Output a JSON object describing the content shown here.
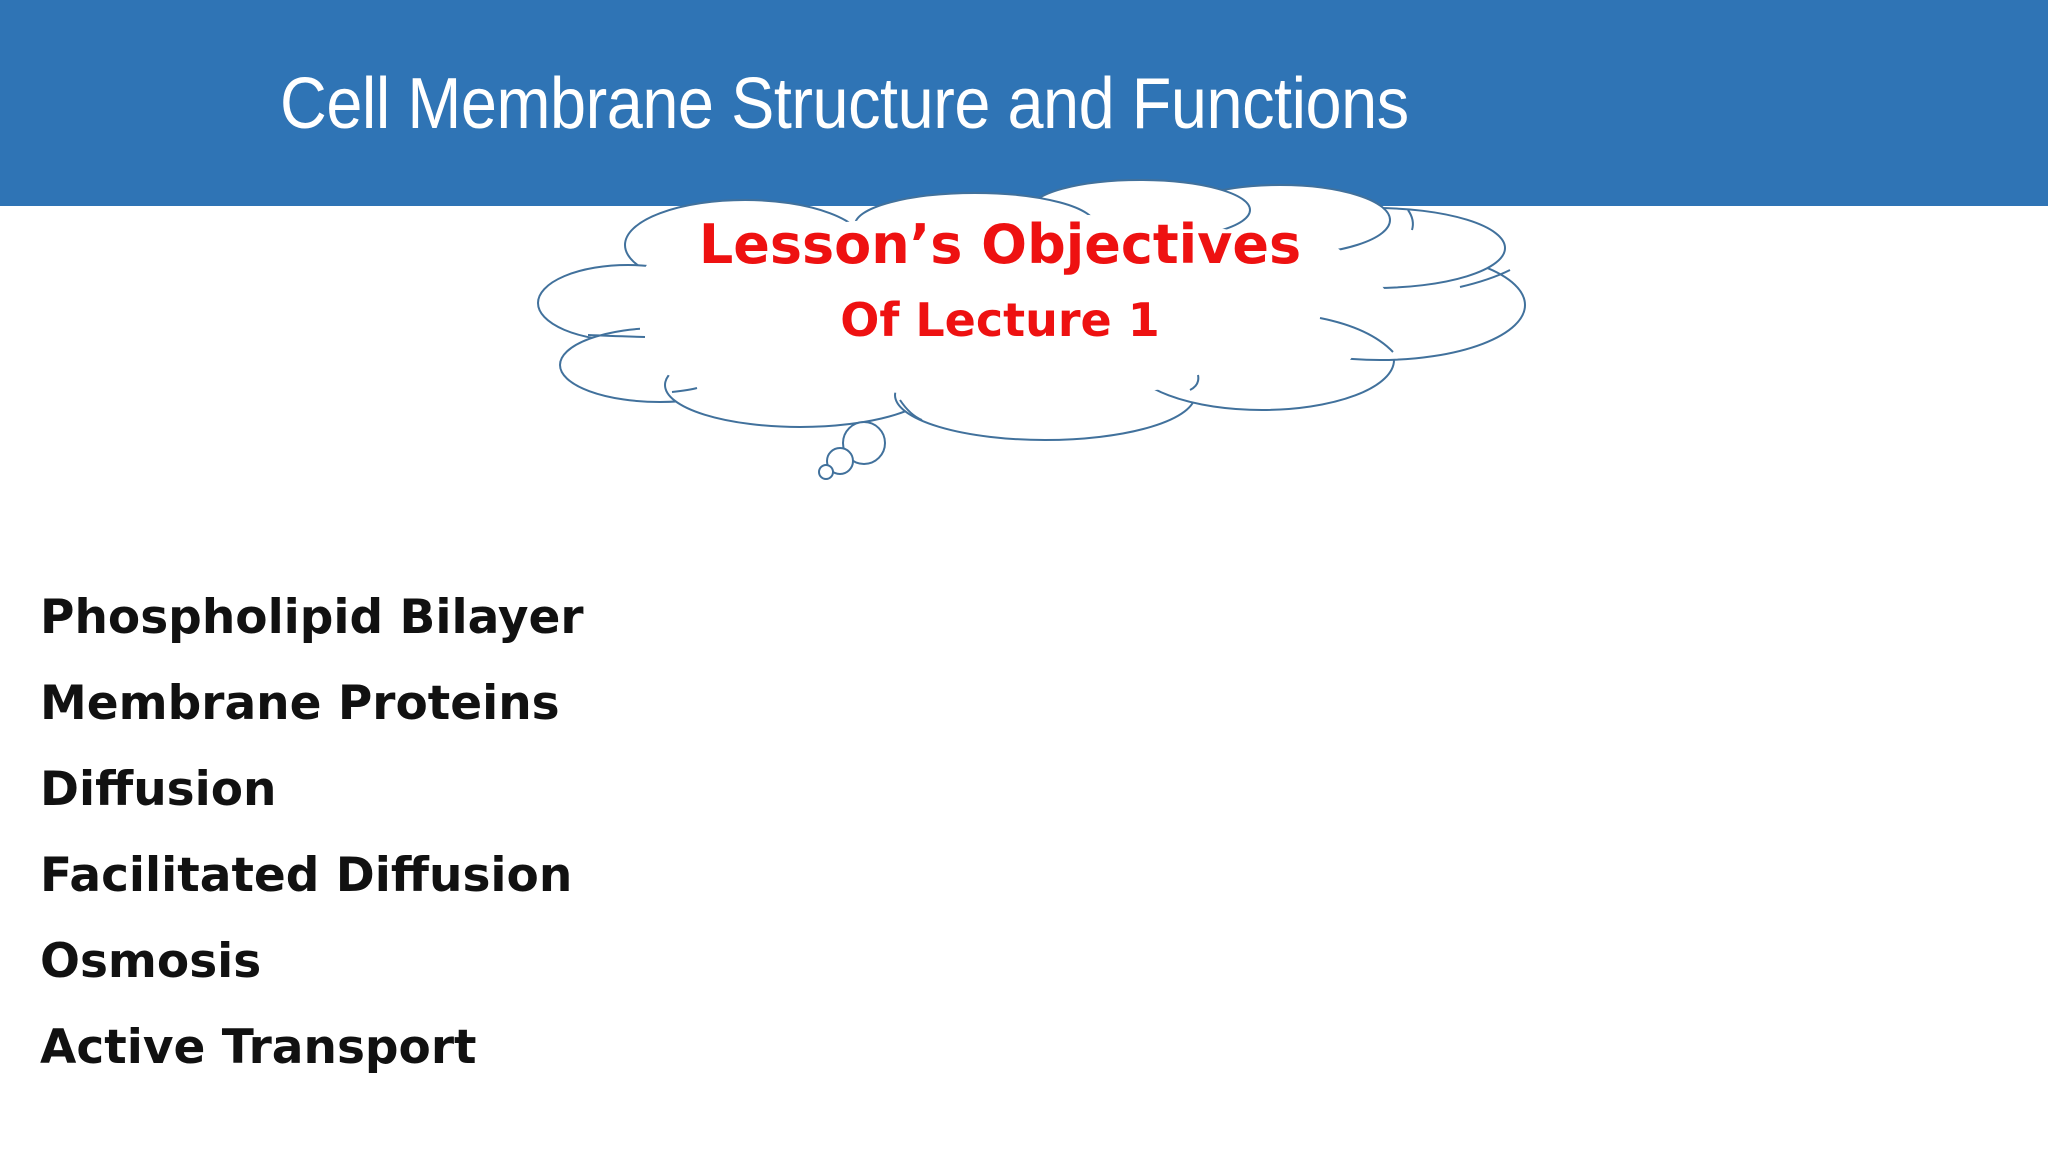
{
  "slide": {
    "title": "Cell Membrane Structure and Functions",
    "colors": {
      "title_bar": "#2f74b5",
      "title_text": "#ffffff",
      "cloud_text": "#ee1111",
      "cloud_outline": "#41719c",
      "body_text": "#111111"
    }
  },
  "callout": {
    "shape": "thought-cloud",
    "heading": "Lesson’s Objectives",
    "subheading": "Of Lecture 1"
  },
  "objectives": [
    "Phospholipid Bilayer",
    "Membrane Proteins",
    "Diffusion",
    "Facilitated Diffusion",
    "Osmosis",
    "Active Transport"
  ]
}
